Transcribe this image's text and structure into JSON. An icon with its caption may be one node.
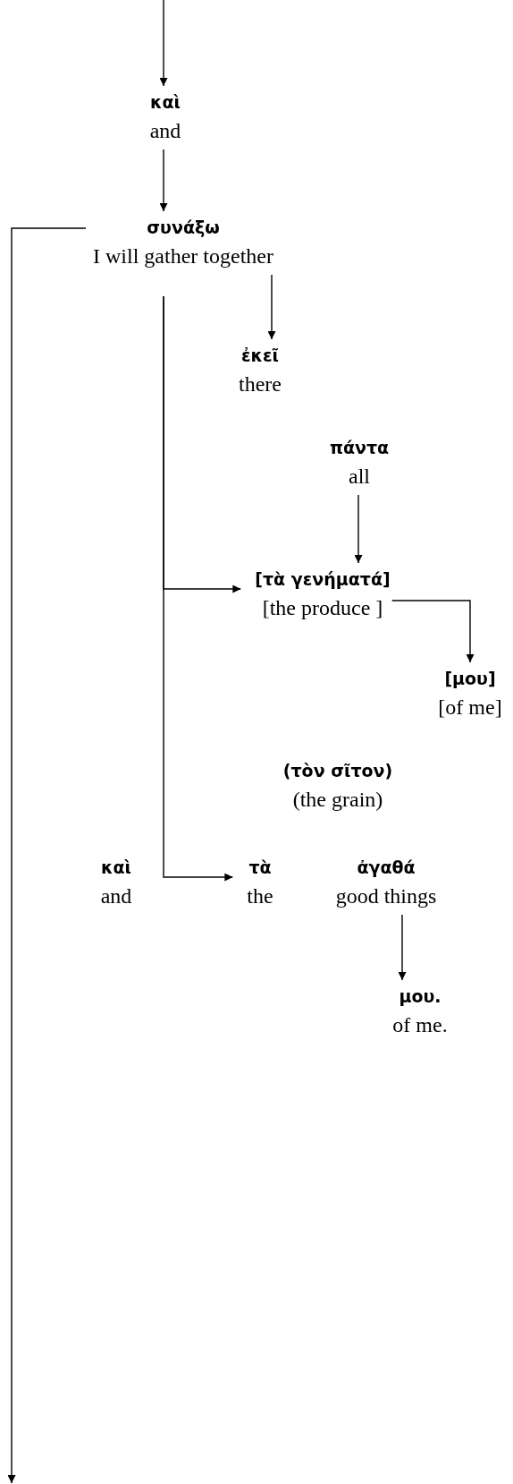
{
  "diagram": {
    "nodes": [
      {
        "text": [
          "καὶ",
          "and"
        ]
      },
      {
        "text": [
          "συνάξω",
          "I will gather together"
        ]
      },
      {
        "text": [
          "ἐκεῖ",
          "there"
        ]
      },
      {
        "text": [
          "πάντα",
          "all"
        ]
      },
      {
        "text": [
          "[τὰ γενήματά]",
          "[the produce ]"
        ]
      },
      {
        "text": [
          "[μου]",
          "[of me]"
        ]
      },
      {
        "text": [
          "τὰ",
          "the"
        ]
      },
      {
        "text": [
          "ἀγαθά",
          "good things"
        ]
      },
      {
        "text": [
          "μου.",
          "of me."
        ]
      }
    ],
    "edges": [
      {
        "from": null,
        "to": 0,
        "arrow": "to"
      },
      {
        "from": 0,
        "to": 1,
        "arrow": "to"
      },
      {
        "from": 1,
        "to": 2,
        "arrow": "to"
      },
      {
        "from": 3,
        "to": 4,
        "arrow": "to"
      },
      {
        "from": 4,
        "to": 5,
        "arrow": "to"
      },
      {
        "from": 1,
        "to": 4,
        "arrow": "to"
      },
      {
        "from": 1,
        "to": 6,
        "arrow": "to"
      },
      {
        "from": 7,
        "to": 8,
        "arrow": "to"
      },
      {
        "from": 1,
        "to": null,
        "arrow": "to"
      }
    ],
    "labels": [
      "(τὸν σῖτον)",
      "(the grain)",
      "καὶ",
      "and"
    ]
  }
}
